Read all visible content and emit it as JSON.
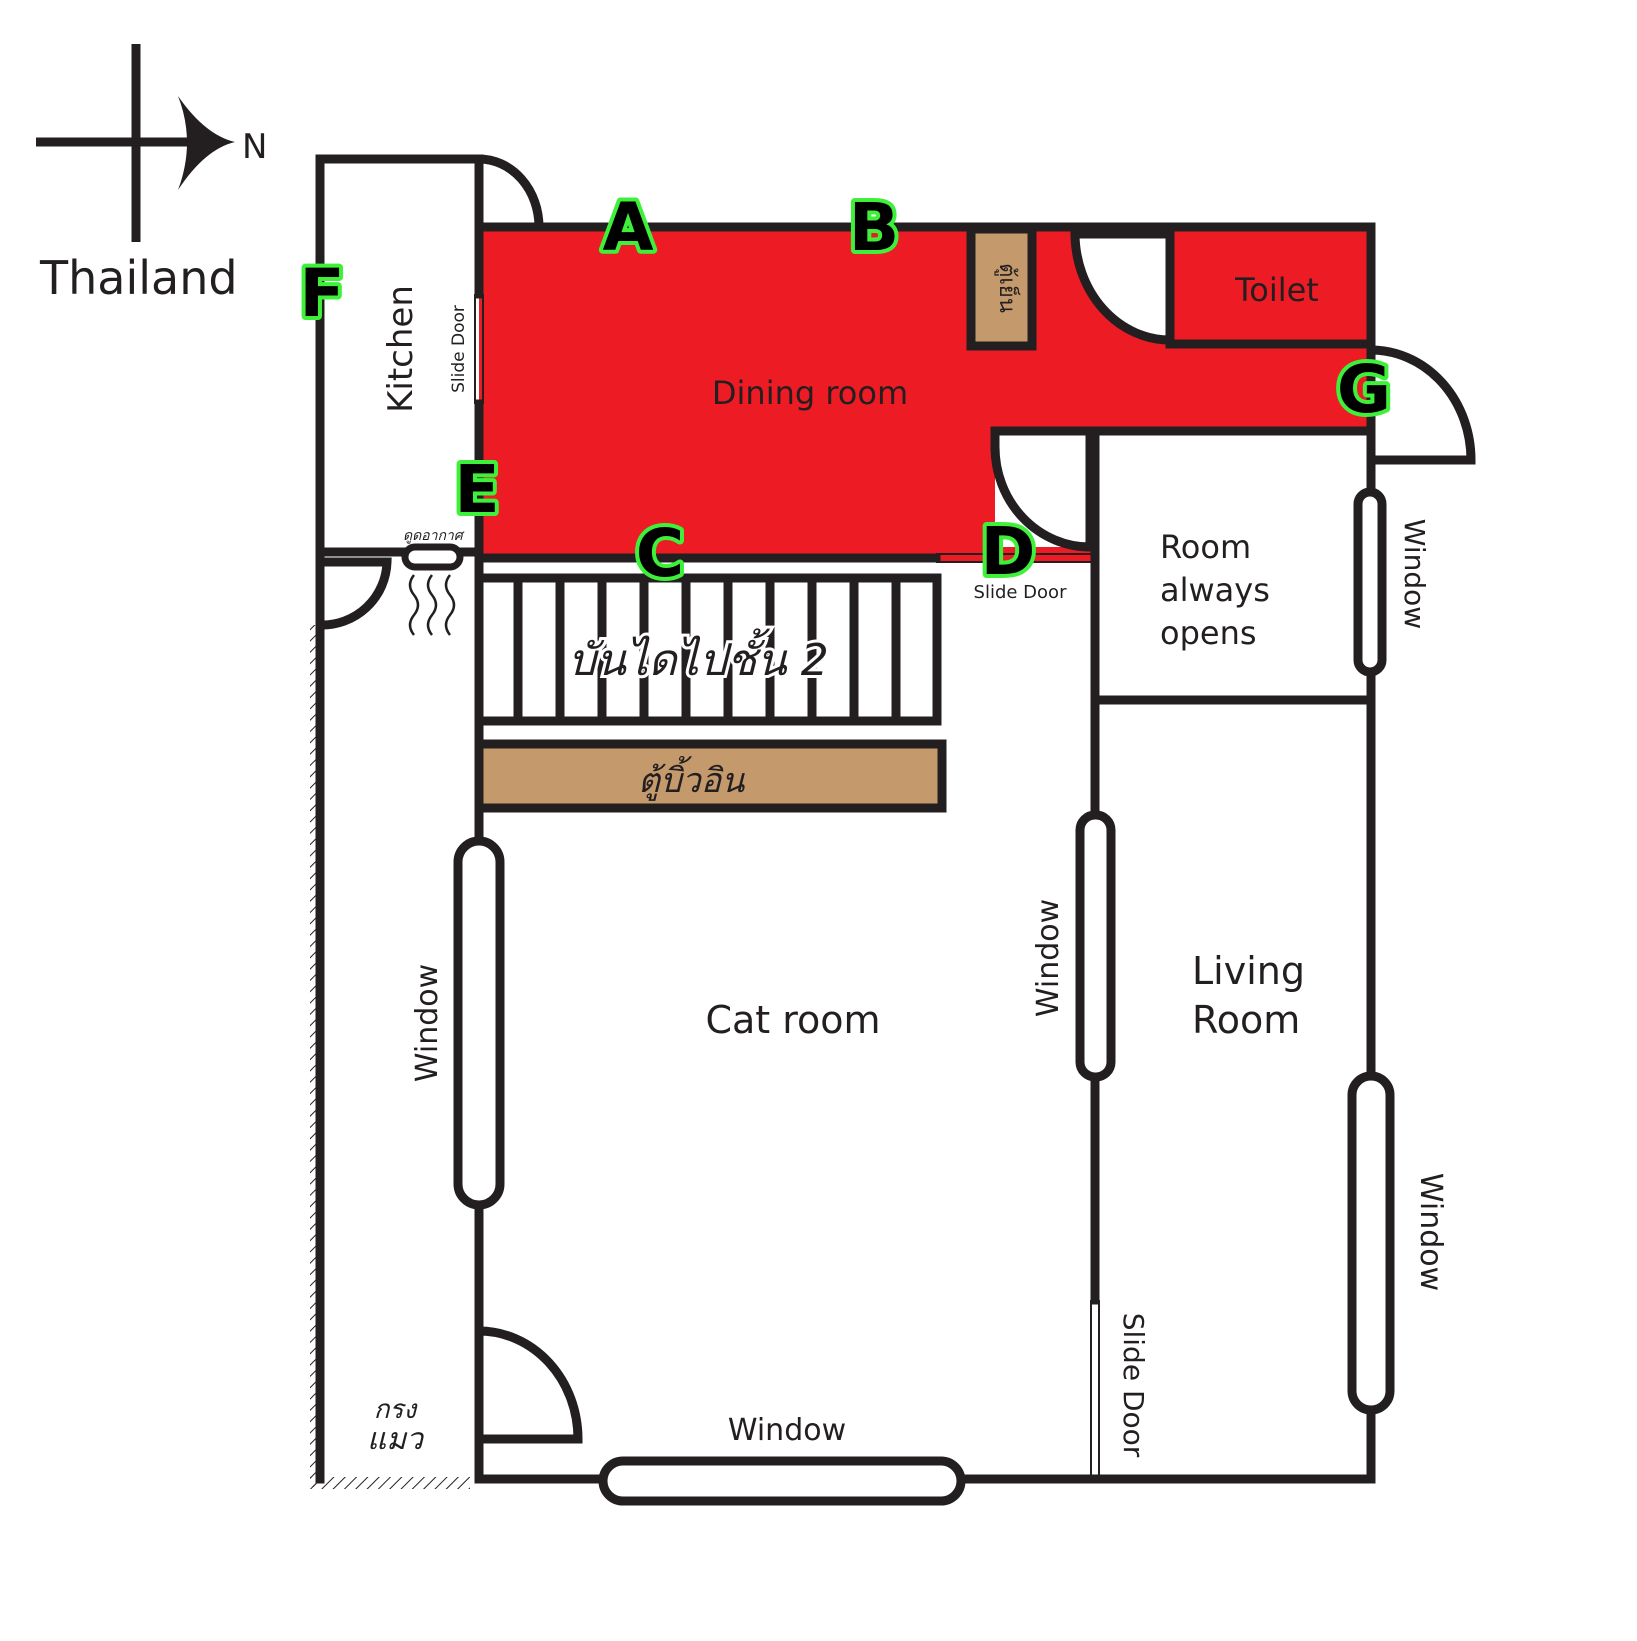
{
  "compass": {
    "direction_label": "N",
    "country_label": "Thailand"
  },
  "colors": {
    "highlight": "#ed1c24",
    "wall": "#231f20",
    "furniture": "#c49a6c",
    "marker_text": "#000000",
    "marker_outline": "#3ff03a"
  },
  "rooms": {
    "kitchen": "Kitchen",
    "dining": "Dining room",
    "toilet": "Toilet",
    "room_always_opens": [
      "Room",
      "always",
      "opens"
    ],
    "cat_room": "Cat room",
    "living_room": [
      "Living",
      "Room"
    ]
  },
  "labels": {
    "slide_door_kitchen": "Slide Door",
    "slide_door_d": "Slide Door",
    "slide_door_living": "Slide Door",
    "air_vent": "ดูดอากาศ",
    "stairs": "บันไดไปชั้น 2",
    "built_in_cabinet": "ตู้บิ้วอิน",
    "tall_cabinet": "ตู้เย็น",
    "cat_cage": [
      "กรง",
      "แมว"
    ],
    "window_left": "Window",
    "window_bottom": "Window",
    "window_middle": "Window",
    "window_right_upper": "Window",
    "window_right_lower": "Window"
  },
  "markers": [
    "A",
    "B",
    "C",
    "D",
    "E",
    "F",
    "G"
  ]
}
